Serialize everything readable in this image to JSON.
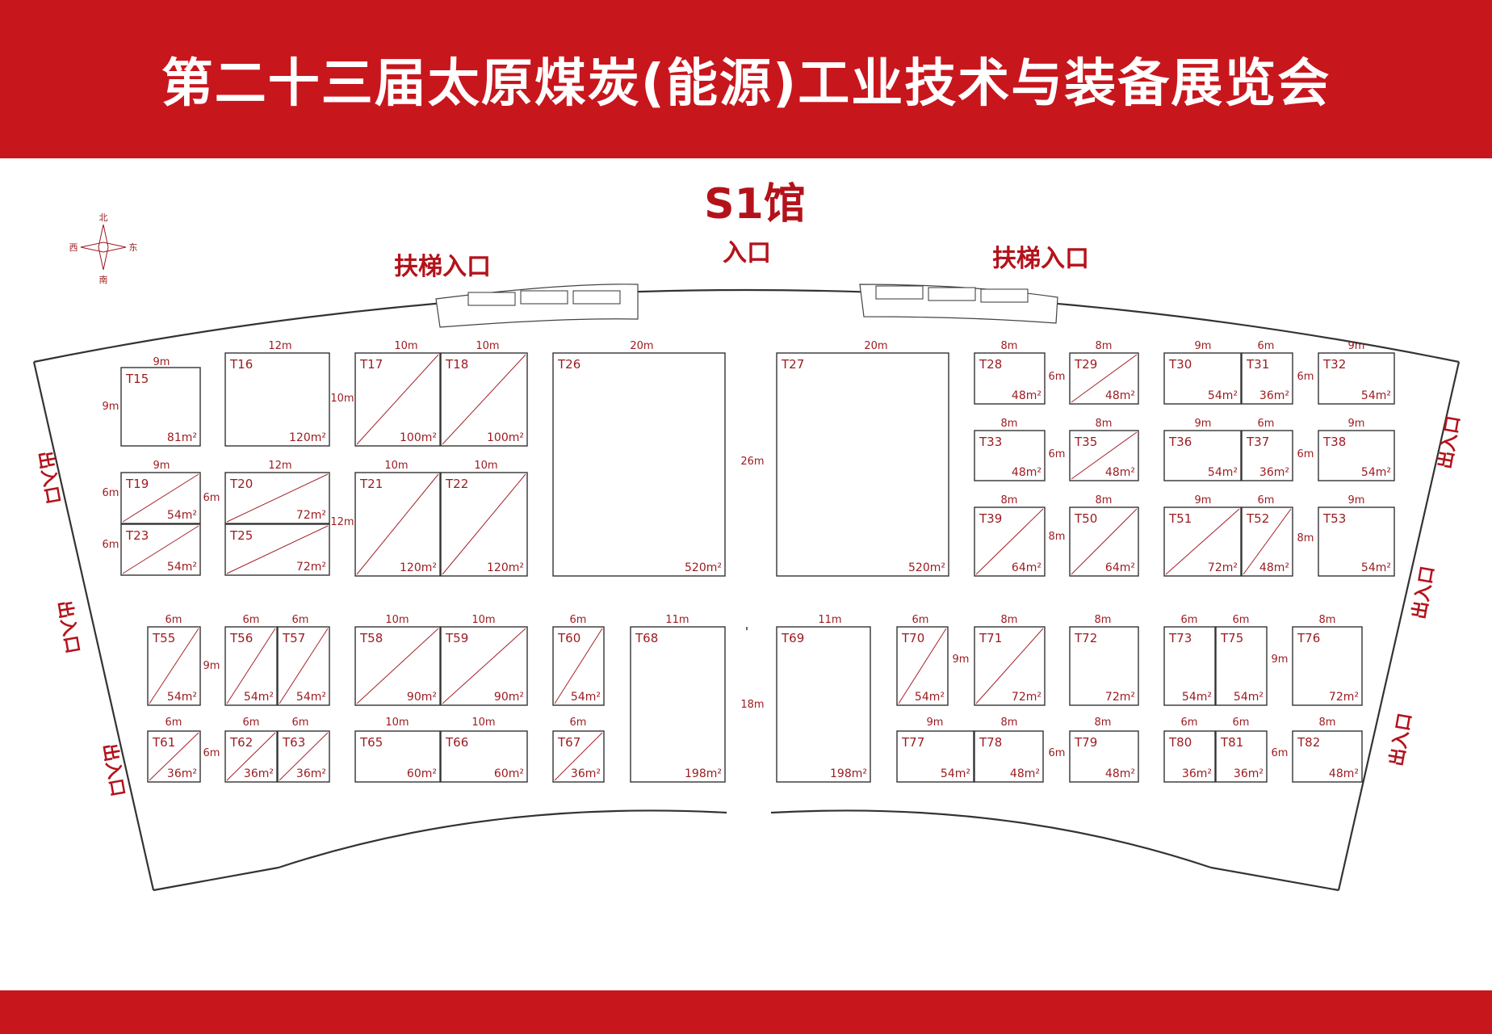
{
  "header": {
    "title": "第二十三届太原煤炭(能源)工业技术与装备展览会"
  },
  "hall": {
    "title": "S1馆"
  },
  "entrances": {
    "main": "入口",
    "escalator_left": "扶梯入口",
    "escalator_right": "扶梯入口",
    "exit": "出入口"
  },
  "compass": {
    "north": "北",
    "south": "南",
    "east": "东",
    "west": "西"
  },
  "colors": {
    "banner": "#c8161d",
    "text": "#b4121b"
  },
  "aisles": {
    "upper": "26m",
    "lower": "18m"
  },
  "booths": [
    {
      "id": "T15",
      "area": "81m²",
      "diag": false
    },
    {
      "id": "T16",
      "area": "120m²",
      "diag": false
    },
    {
      "id": "T17",
      "area": "100m²",
      "diag": true
    },
    {
      "id": "T18",
      "area": "100m²",
      "diag": true
    },
    {
      "id": "T26",
      "area": "520m²",
      "diag": false
    },
    {
      "id": "T27",
      "area": "520m²",
      "diag": false
    },
    {
      "id": "T28",
      "area": "48m²",
      "diag": false
    },
    {
      "id": "T29",
      "area": "48m²",
      "diag": true
    },
    {
      "id": "T30",
      "area": "54m²",
      "diag": false
    },
    {
      "id": "T31",
      "area": "36m²",
      "diag": false
    },
    {
      "id": "T32",
      "area": "54m²",
      "diag": false
    },
    {
      "id": "T19",
      "area": "54m²",
      "diag": true
    },
    {
      "id": "T23",
      "area": "54m²",
      "diag": true
    },
    {
      "id": "T20",
      "area": "72m²",
      "diag": true
    },
    {
      "id": "T25",
      "area": "72m²",
      "diag": true
    },
    {
      "id": "T21",
      "area": "120m²",
      "diag": true
    },
    {
      "id": "T22",
      "area": "120m²",
      "diag": true
    },
    {
      "id": "T33",
      "area": "48m²",
      "diag": false
    },
    {
      "id": "T35",
      "area": "48m²",
      "diag": true
    },
    {
      "id": "T36",
      "area": "54m²",
      "diag": false
    },
    {
      "id": "T37",
      "area": "36m²",
      "diag": false
    },
    {
      "id": "T38",
      "area": "54m²",
      "diag": false
    },
    {
      "id": "T39",
      "area": "64m²",
      "diag": true
    },
    {
      "id": "T50",
      "area": "64m²",
      "diag": true
    },
    {
      "id": "T51",
      "area": "72m²",
      "diag": true
    },
    {
      "id": "T52",
      "area": "48m²",
      "diag": true
    },
    {
      "id": "T53",
      "area": "54m²",
      "diag": false
    },
    {
      "id": "T55",
      "area": "54m²",
      "diag": true
    },
    {
      "id": "T56",
      "area": "54m²",
      "diag": true
    },
    {
      "id": "T57",
      "area": "54m²",
      "diag": true
    },
    {
      "id": "T58",
      "area": "90m²",
      "diag": true
    },
    {
      "id": "T59",
      "area": "90m²",
      "diag": true
    },
    {
      "id": "T60",
      "area": "54m²",
      "diag": true
    },
    {
      "id": "T68",
      "area": "198m²",
      "diag": false
    },
    {
      "id": "T69",
      "area": "198m²",
      "diag": false
    },
    {
      "id": "T70",
      "area": "54m²",
      "diag": true
    },
    {
      "id": "T71",
      "area": "72m²",
      "diag": true
    },
    {
      "id": "T72",
      "area": "72m²",
      "diag": false
    },
    {
      "id": "T73",
      "area": "54m²",
      "diag": false
    },
    {
      "id": "T75",
      "area": "54m²",
      "diag": false
    },
    {
      "id": "T76",
      "area": "72m²",
      "diag": false
    },
    {
      "id": "T61",
      "area": "36m²",
      "diag": true
    },
    {
      "id": "T62",
      "area": "36m²",
      "diag": true
    },
    {
      "id": "T63",
      "area": "36m²",
      "diag": true
    },
    {
      "id": "T65",
      "area": "60m²",
      "diag": false
    },
    {
      "id": "T66",
      "area": "60m²",
      "diag": false
    },
    {
      "id": "T67",
      "area": "36m²",
      "diag": true
    },
    {
      "id": "T77",
      "area": "54m²",
      "diag": false
    },
    {
      "id": "T78",
      "area": "48m²",
      "diag": false
    },
    {
      "id": "T79",
      "area": "48m²",
      "diag": false
    },
    {
      "id": "T80",
      "area": "36m²",
      "diag": false
    },
    {
      "id": "T81",
      "area": "36m²",
      "diag": false
    },
    {
      "id": "T82",
      "area": "48m²",
      "diag": false
    }
  ],
  "dimensions": [
    "9m",
    "9m",
    "12m",
    "10m",
    "10m",
    "10m",
    "20m",
    "20m",
    "8m",
    "6m",
    "8m",
    "9m",
    "6m",
    "6m",
    "9m",
    "9m",
    "6m",
    "12m",
    "6m",
    "6m",
    "12m",
    "10m",
    "10m",
    "8m",
    "6m",
    "8m",
    "9m",
    "6m",
    "6m",
    "9m",
    "8m",
    "8m",
    "8m",
    "9m",
    "6m",
    "8m",
    "9m",
    "6m",
    "6m",
    "6m",
    "9m",
    "10m",
    "10m",
    "6m",
    "11m",
    "11m",
    "6m",
    "9m",
    "8m",
    "8m",
    "6m",
    "6m",
    "9m",
    "8m",
    "6m",
    "6m",
    "6m",
    "6m",
    "10m",
    "10m",
    "6m",
    "9m",
    "8m",
    "6m",
    "8m",
    "6m",
    "6m",
    "6m",
    "8m"
  ]
}
